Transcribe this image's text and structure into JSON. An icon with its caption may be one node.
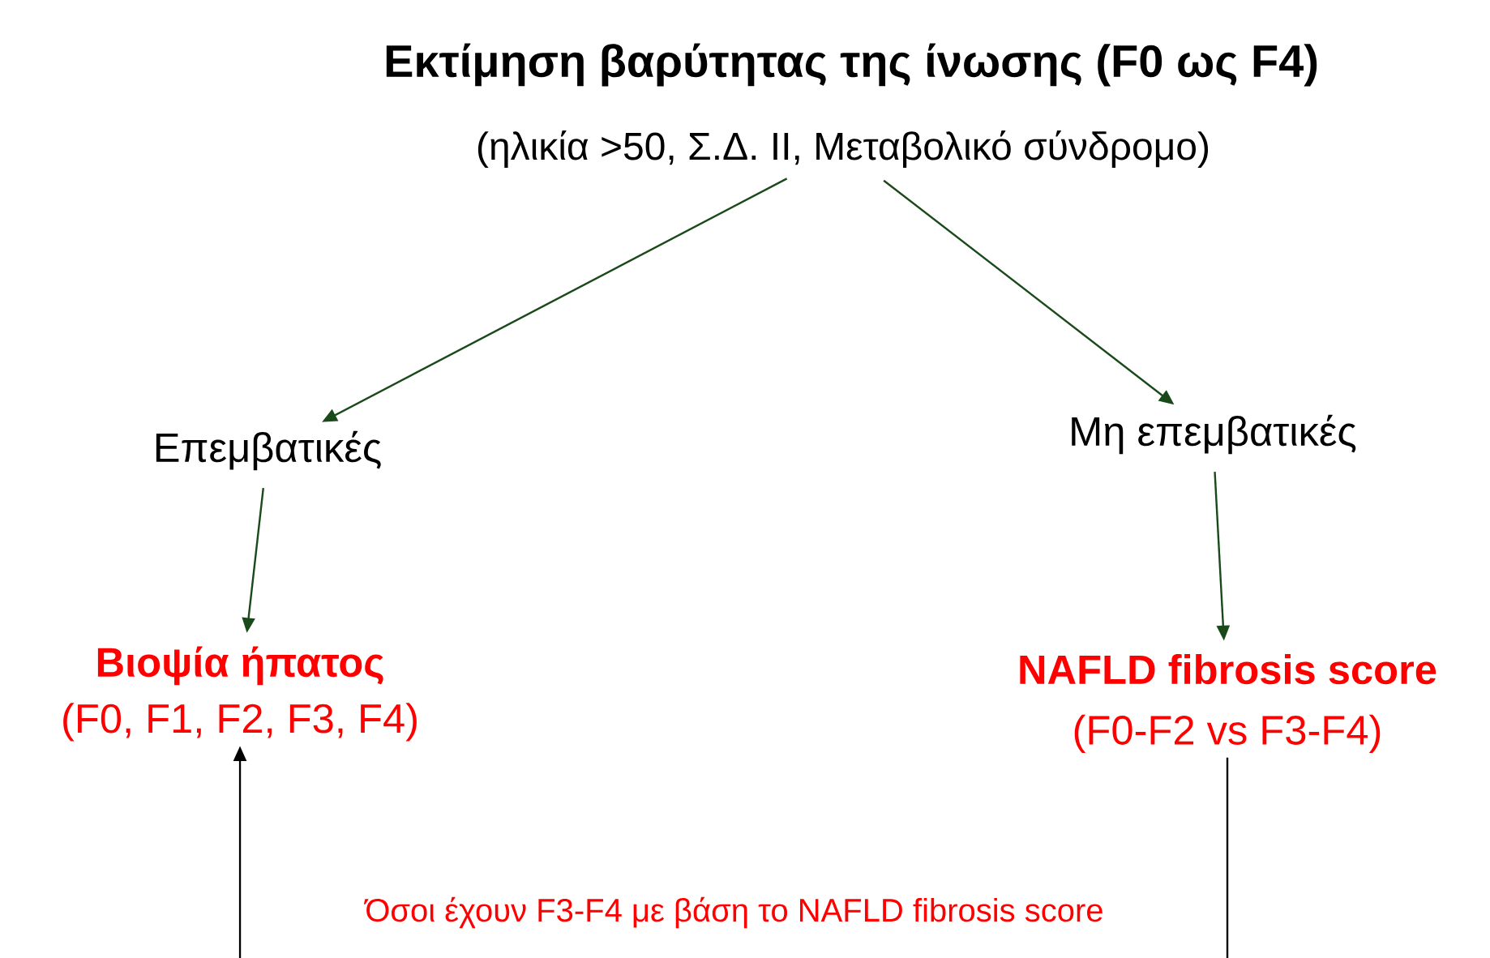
{
  "diagram": {
    "title": "Εκτίμηση βαρύτητας της ίνωσης (F0 ως F4)",
    "nodes": [
      {
        "text": [
          "(ηλικία >50, Σ.Δ. ΙΙ, Μεταβολικό σύνδρομο)"
        ]
      },
      {
        "text": [
          "Επεμβατικές"
        ]
      },
      {
        "text": [
          "Μη επεμβατικές"
        ]
      },
      {
        "text": [
          "Βιοψία ήπατος",
          "(F0, F1, F2, F3, F4)"
        ]
      },
      {
        "text": [
          "NAFLD fibrosis score",
          "(F0-F2 vs F3-F4)"
        ]
      }
    ],
    "edges": [
      {
        "from": 0,
        "to": 1,
        "arrow": "to"
      },
      {
        "from": 0,
        "to": 2,
        "arrow": "to"
      },
      {
        "from": 1,
        "to": 3,
        "arrow": "to"
      },
      {
        "from": 2,
        "to": 4,
        "arrow": "to"
      },
      {
        "from": 4,
        "to": 3,
        "arrow": "to",
        "label": "Όσοι έχουν F3-F4 με βάση το NAFLD fibrosis score",
        "color": "#000000"
      }
    ]
  }
}
